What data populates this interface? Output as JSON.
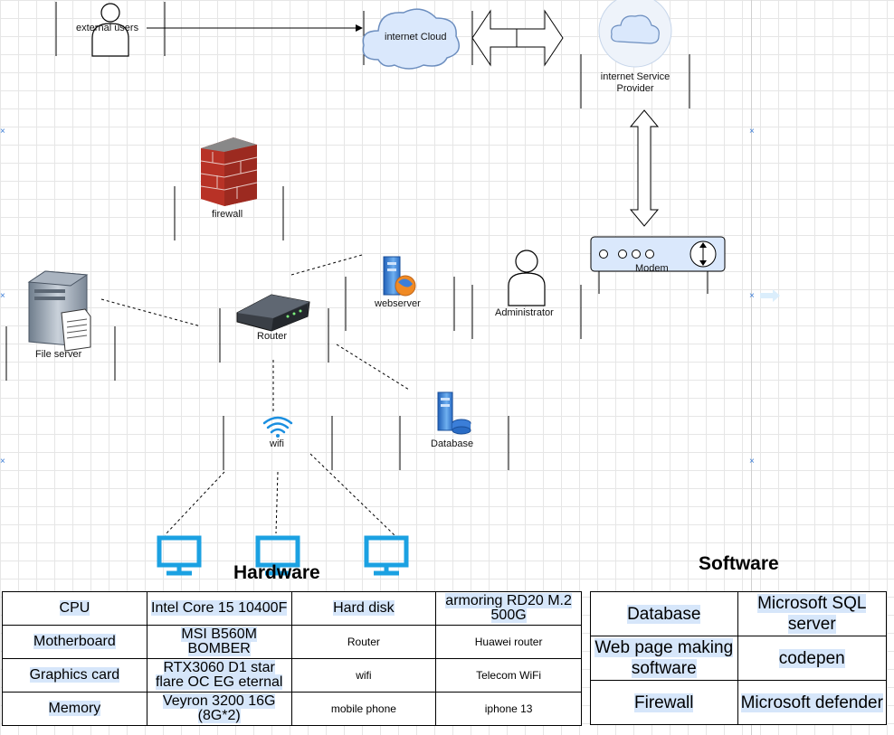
{
  "diagram": {
    "labels": {
      "external_users": "external users",
      "internet_cloud": "internet Cloud",
      "isp": "internet Service Provider",
      "firewall": "firewall",
      "modem": "Modem",
      "webserver": "webserver",
      "administrator": "Administrator",
      "file_server": "File server",
      "router": "Router",
      "database": "Database",
      "wifi": "wifi"
    }
  },
  "hardware": {
    "title": "Hardware",
    "rows": [
      [
        "CPU",
        "Intel Core 15 10400F",
        "Hard disk",
        "armoring RD20 M.2 500G"
      ],
      [
        "Motherboard",
        "MSI B560M BOMBER",
        "Router",
        "Huawei router"
      ],
      [
        "Graphics card",
        "RTX3060 D1 star flare OC EG eternal",
        "wifi",
        "Telecom WiFi"
      ],
      [
        "Memory",
        "Veyron 3200 16G (8G*2)",
        "mobile phone",
        "iphone 13"
      ]
    ]
  },
  "software": {
    "title": "Software",
    "rows": [
      [
        "Database",
        "Microsoft SQL server"
      ],
      [
        "Web page making software",
        "codepen"
      ],
      [
        "Firewall",
        "Microsoft defender"
      ]
    ]
  },
  "colors": {
    "highlight": "#d6e6fa",
    "cloud_fill": "#dae8fc",
    "monitor_blue": "#1ba1e2",
    "firewall_brick": "#c0392b"
  }
}
